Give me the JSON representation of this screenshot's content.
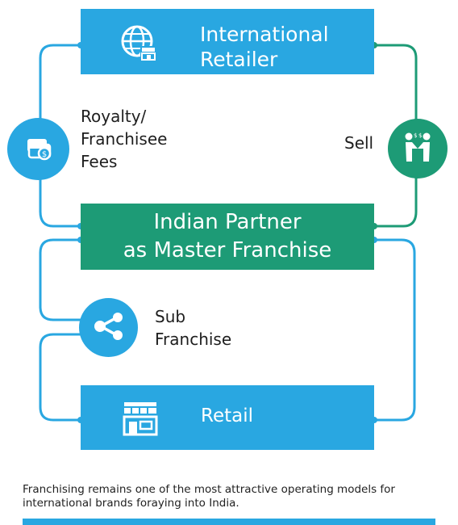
{
  "colors": {
    "blue": "#29a7e1",
    "green": "#1d9b76",
    "connector_blue": "#29a7e1",
    "connector_green": "#1d9b76"
  },
  "nodes": {
    "retailer": {
      "text": "International\nRetailer",
      "icon": "globe-store-icon",
      "color": "blue"
    },
    "partner": {
      "text": "Indian Partner\nas Master Franchise",
      "color": "green"
    },
    "retail": {
      "text": "Retail",
      "icon": "storefront-icon",
      "color": "blue"
    }
  },
  "edges": [
    {
      "from": "partner",
      "to": "retailer",
      "label": "Royalty/\nFranchisee\nFees",
      "icon": "money-bag-icon",
      "side": "left",
      "color": "blue"
    },
    {
      "from": "retailer",
      "to": "partner",
      "label": "Sell",
      "icon": "handshake-icon",
      "side": "right",
      "color": "green"
    },
    {
      "from": "partner",
      "to": "retail",
      "label": "Sub\nFranchise",
      "icon": "share-icon",
      "side": "left",
      "color": "blue"
    },
    {
      "from": "partner",
      "to": "retail",
      "label": "",
      "side": "right",
      "color": "blue"
    }
  ],
  "caption": "Franchising remains one of the most attractive operating models for international brands foraying into India."
}
